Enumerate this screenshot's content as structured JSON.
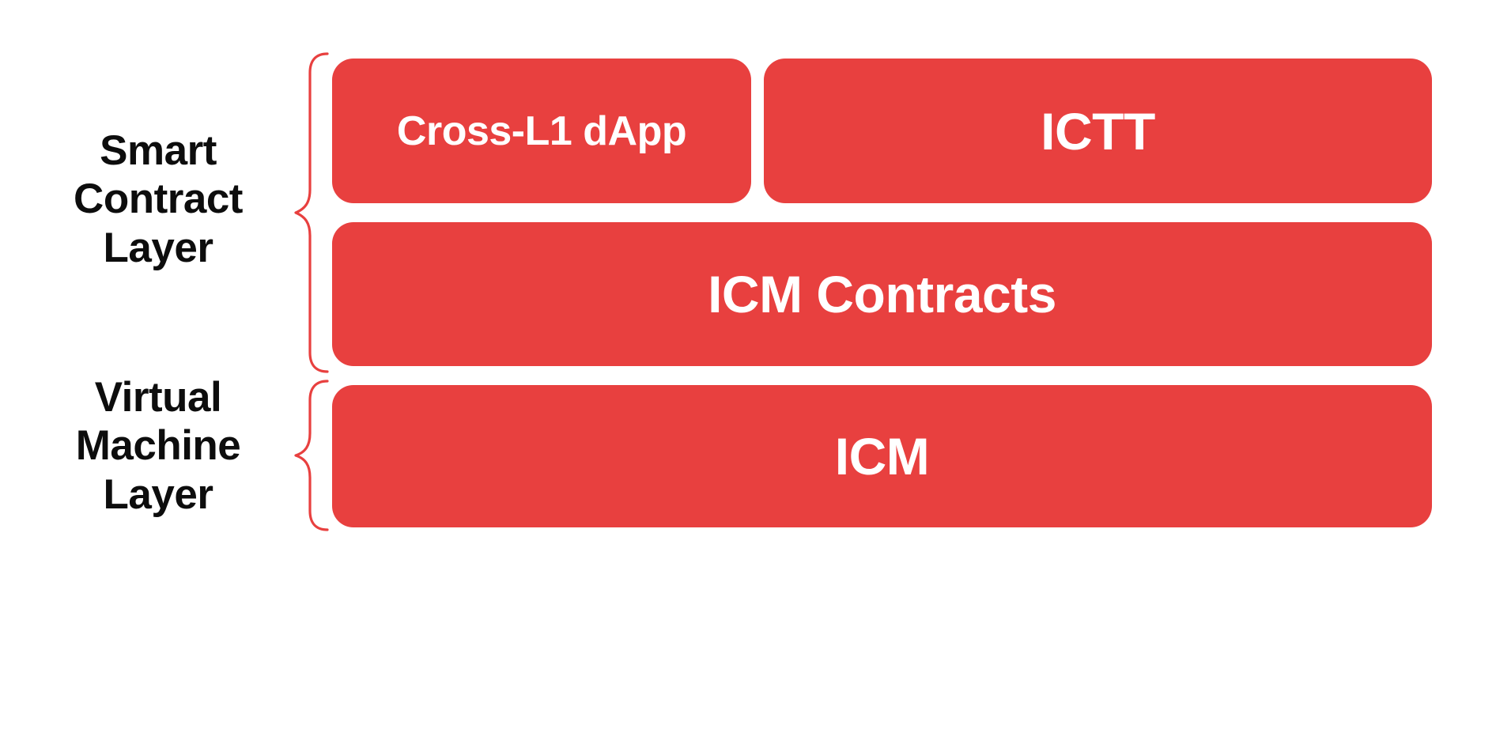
{
  "diagram": {
    "title": "Smart Contract and Virtual Machine Layer Stack",
    "background_color": "#ffffff",
    "accent_color": "#e8403f",
    "label_color": "#0d0d0d",
    "box_text_color": "#ffffff",
    "brace_color": "#e8403f"
  },
  "layers": [
    {
      "id": "smart-contract-layer",
      "label": "Smart\nContract\nLayer",
      "brace": "curly-brace-right",
      "rows": [
        {
          "id": "row-apps",
          "boxes": [
            {
              "id": "cross-l1-dapp",
              "label": "Cross-L1 dApp"
            },
            {
              "id": "ictt",
              "label": "ICTT"
            }
          ]
        },
        {
          "id": "row-icm-contracts",
          "boxes": [
            {
              "id": "icm-contracts",
              "label": "ICM Contracts"
            }
          ]
        }
      ]
    },
    {
      "id": "virtual-machine-layer",
      "label": "Virtual\nMachine\nLayer",
      "brace": "curly-brace-right",
      "rows": [
        {
          "id": "row-icm",
          "boxes": [
            {
              "id": "icm",
              "label": "ICM"
            }
          ]
        }
      ]
    }
  ]
}
